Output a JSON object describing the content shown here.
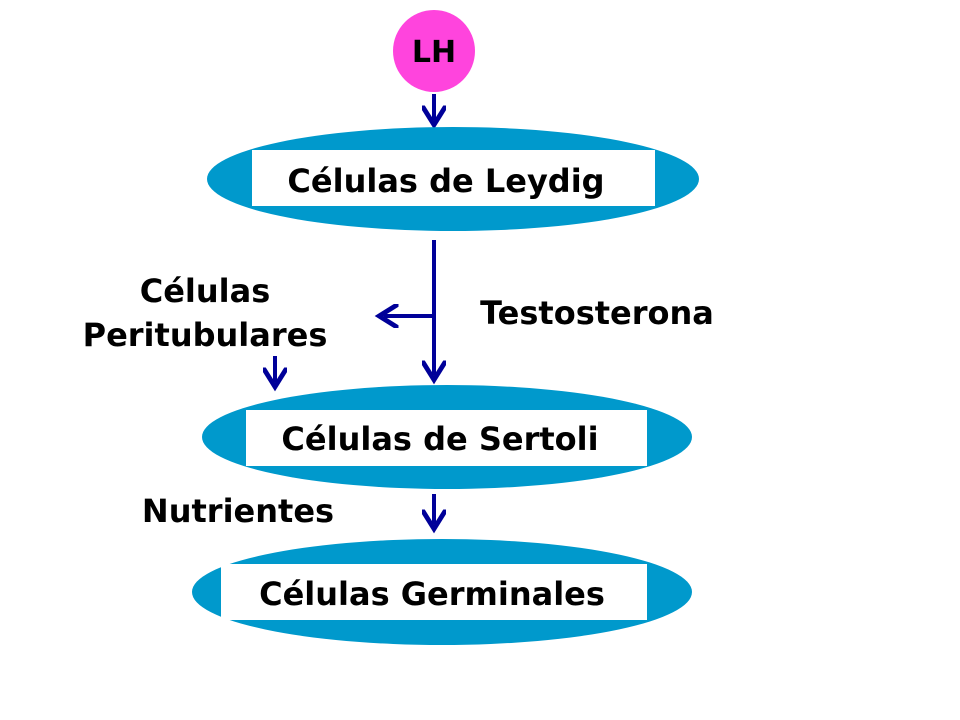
{
  "nodes": {
    "lh": "LH",
    "leydig": "Células de Leydig",
    "sertoli": "Células de Sertoli",
    "germinales": "Células Germinales"
  },
  "labels": {
    "peritubulares_line1": "Células",
    "peritubulares_line2": "Peritubulares",
    "testosterona": "Testosterona",
    "nutrientes": "Nutrientes"
  },
  "colors": {
    "ellipse_fill": "#0099CC",
    "lh_fill": "#FF44DD",
    "arrow": "#000099",
    "box_fill": "#FFFFFF",
    "text": "#000000"
  }
}
